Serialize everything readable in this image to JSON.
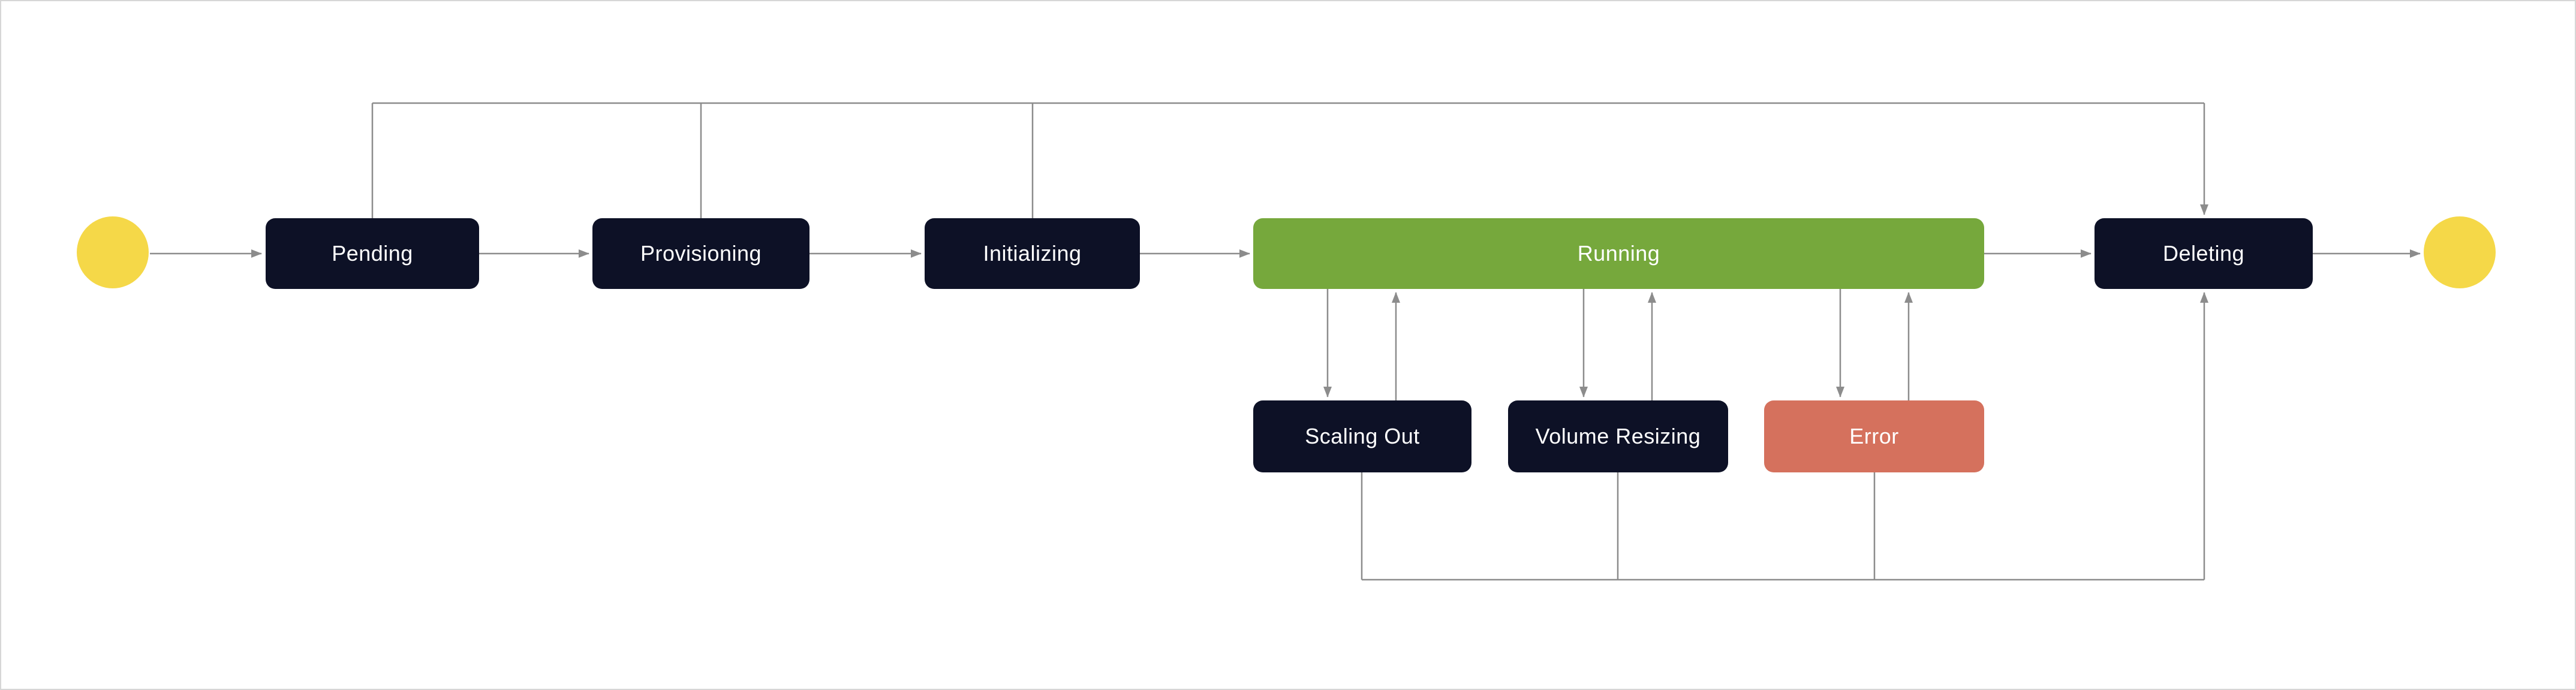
{
  "diagram": {
    "type": "state-machine-flowchart",
    "background": "#FFFFFF",
    "edge_color": "#8C8C8C",
    "text_color": "#FFFFFF",
    "states": {
      "pending": {
        "label": "Pending",
        "color": "#0D1126"
      },
      "provisioning": {
        "label": "Provisioning",
        "color": "#0D1126"
      },
      "initializing": {
        "label": "Initializing",
        "color": "#0D1126"
      },
      "running": {
        "label": "Running",
        "color": "#76A83C"
      },
      "deleting": {
        "label": "Deleting",
        "color": "#0D1126"
      },
      "scaling_out": {
        "label": "Scaling Out",
        "color": "#0D1126"
      },
      "volume_resizing": {
        "label": "Volume Resizing",
        "color": "#0D1126"
      },
      "error": {
        "label": "Error",
        "color": "#D5715D"
      }
    },
    "terminals": {
      "start": {
        "shape": "circle",
        "color": "#F5D848"
      },
      "end": {
        "shape": "circle",
        "color": "#F5D848"
      }
    },
    "edges": [
      {
        "from": "start",
        "to": "pending"
      },
      {
        "from": "pending",
        "to": "provisioning"
      },
      {
        "from": "provisioning",
        "to": "initializing"
      },
      {
        "from": "initializing",
        "to": "running"
      },
      {
        "from": "running",
        "to": "deleting"
      },
      {
        "from": "deleting",
        "to": "end"
      },
      {
        "from": "pending",
        "to": "deleting",
        "route": "top-bypass"
      },
      {
        "from": "provisioning",
        "to": "deleting",
        "route": "top-bypass"
      },
      {
        "from": "initializing",
        "to": "deleting",
        "route": "top-bypass"
      },
      {
        "from": "running",
        "to": "scaling_out"
      },
      {
        "from": "scaling_out",
        "to": "running"
      },
      {
        "from": "running",
        "to": "volume_resizing"
      },
      {
        "from": "volume_resizing",
        "to": "running"
      },
      {
        "from": "running",
        "to": "error"
      },
      {
        "from": "error",
        "to": "running"
      },
      {
        "from": "scaling_out",
        "to": "deleting",
        "route": "bottom-bypass"
      },
      {
        "from": "volume_resizing",
        "to": "deleting",
        "route": "bottom-bypass"
      },
      {
        "from": "error",
        "to": "deleting",
        "route": "bottom-bypass"
      }
    ]
  }
}
